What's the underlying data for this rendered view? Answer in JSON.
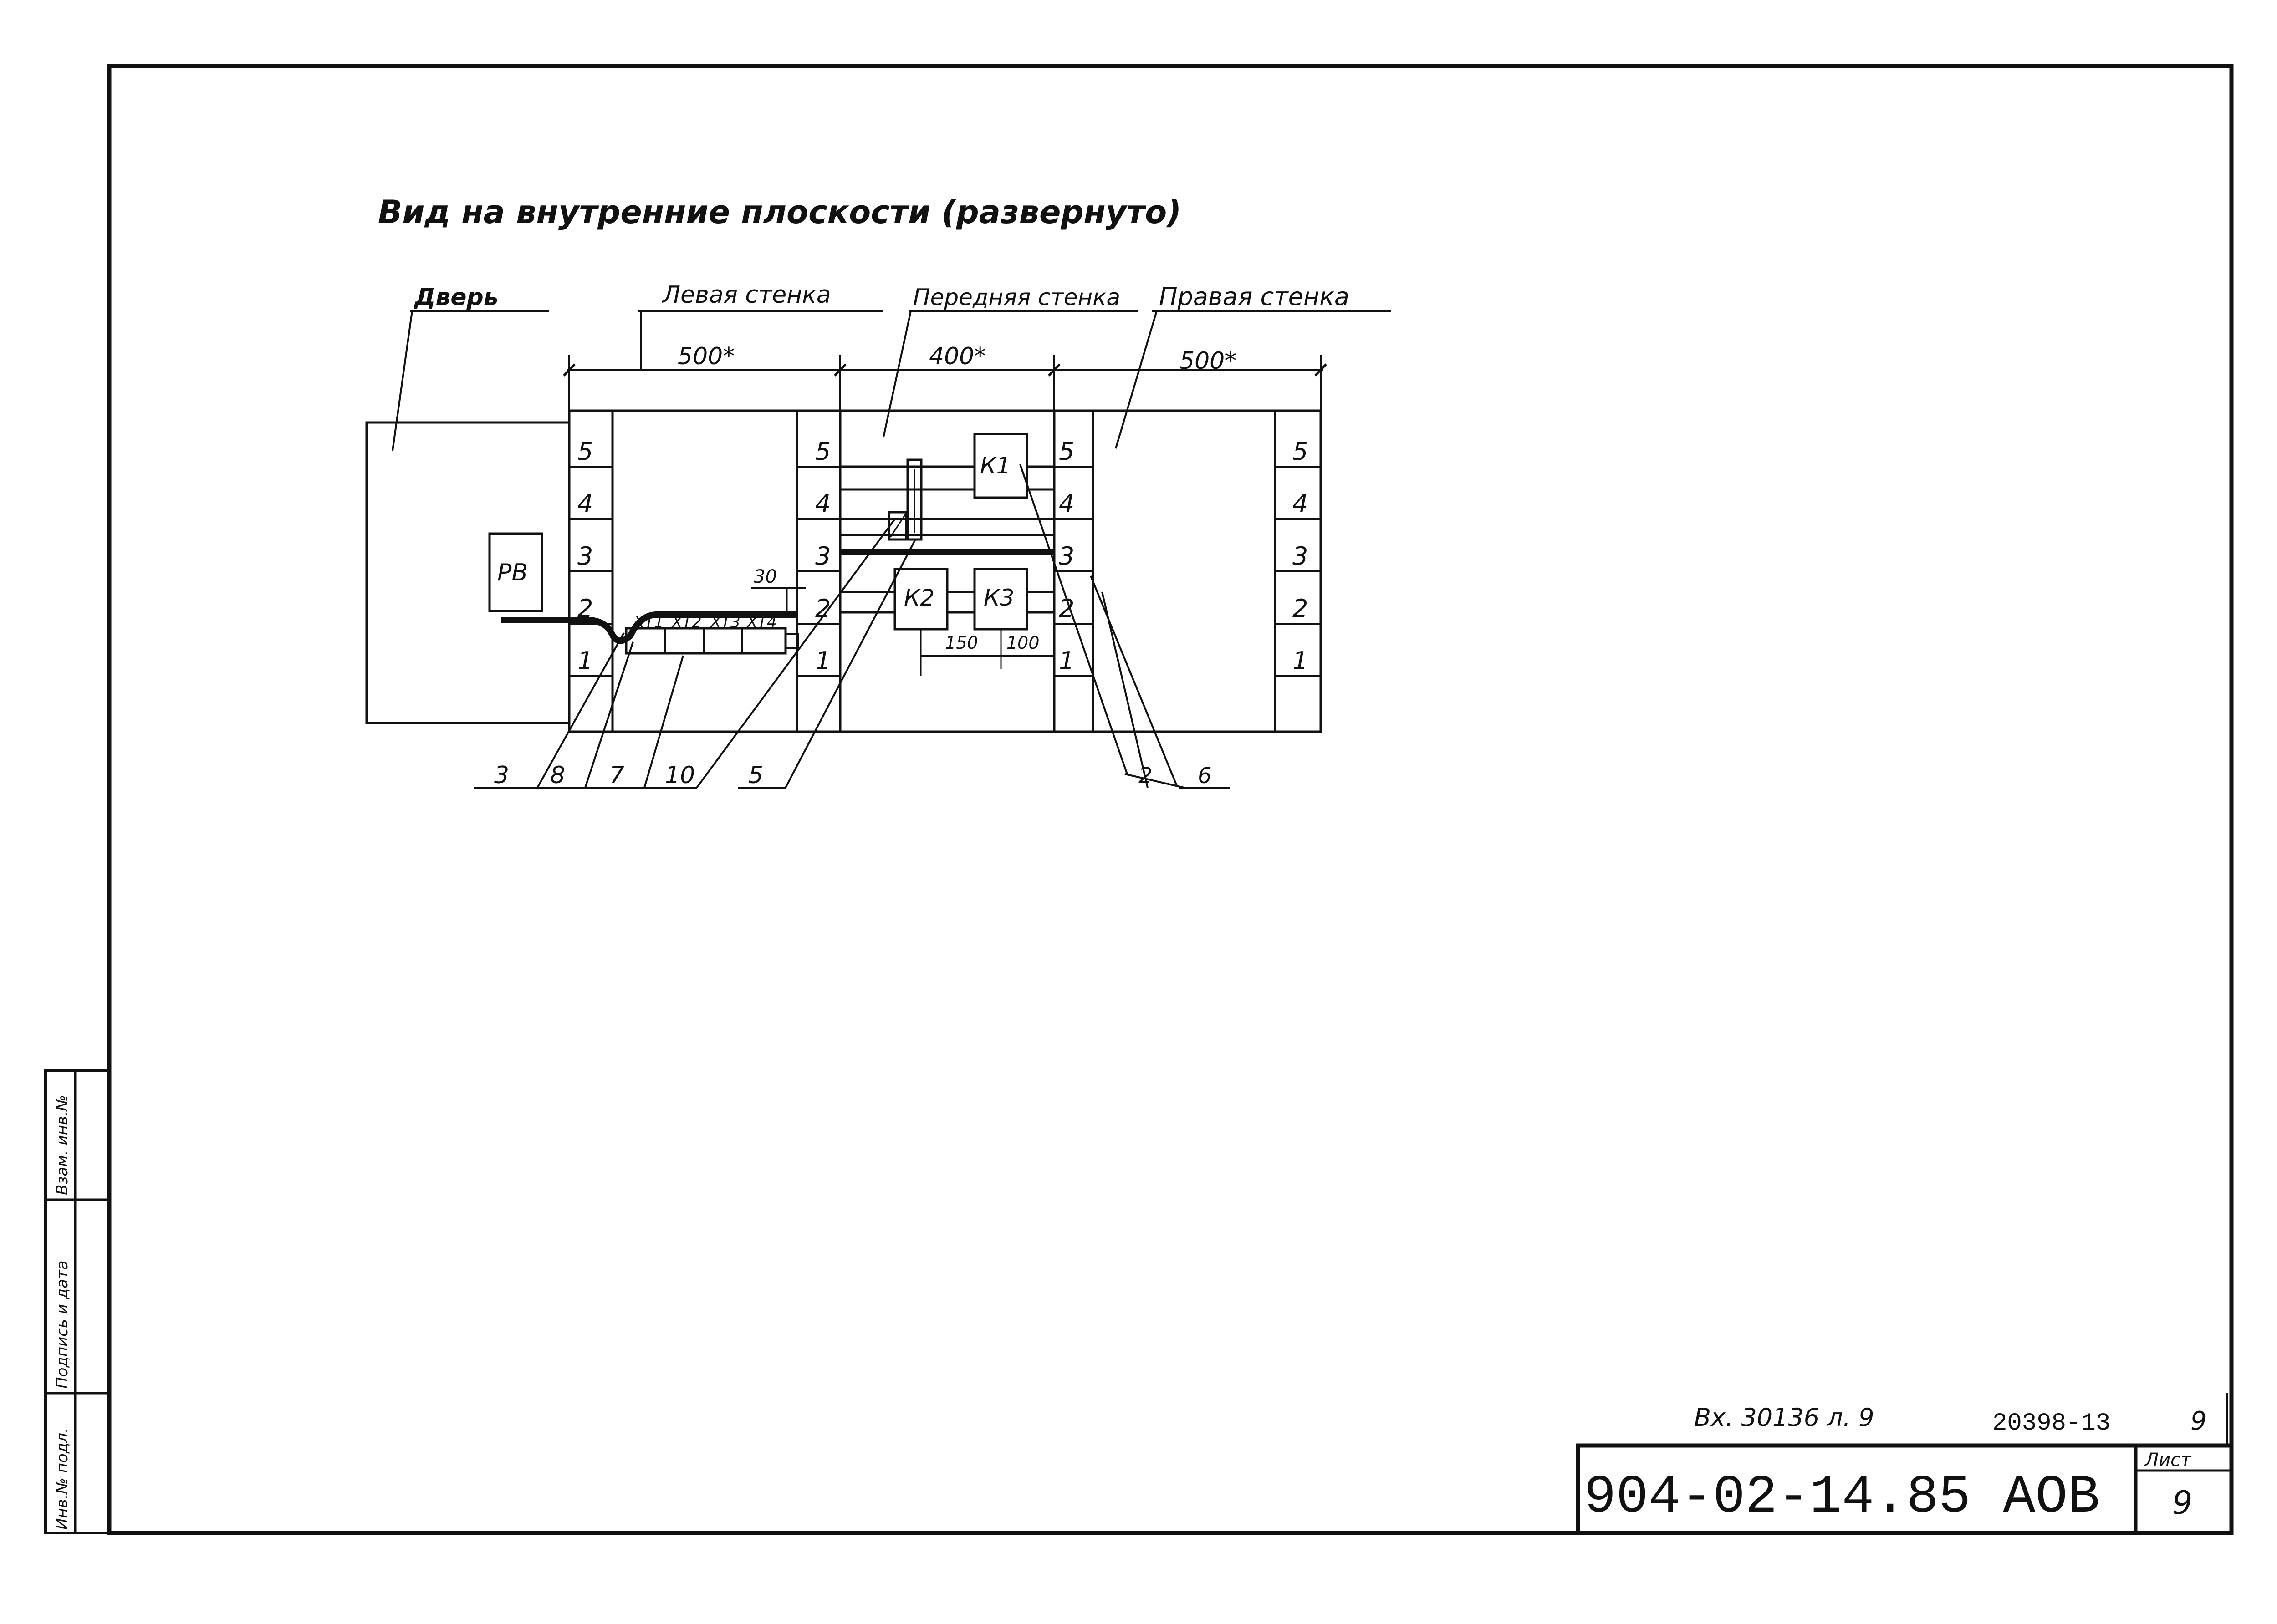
{
  "title": "Вид на внутренние плоскости (развернуто)",
  "panels": {
    "door": "Дверь",
    "left_wall": "Левая стенка",
    "front_wall": "Передняя стенка",
    "right_wall": "Правая стенка"
  },
  "dimensions": {
    "left_width": "500*",
    "front_width": "400*",
    "right_width": "500*",
    "offset_30": "30",
    "spacing_150": "150",
    "spacing_100": "100"
  },
  "rail_numbers": [
    "1",
    "2",
    "3",
    "4",
    "5"
  ],
  "devices": {
    "relay_block": "РВ",
    "k1": "К1",
    "k2": "К2",
    "k3": "К3",
    "terminal_1": "ХТ1",
    "terminal_2": "ХТ2",
    "terminal_3": "ХТ3",
    "terminal_4": "ХТ4"
  },
  "callouts": [
    "3",
    "8",
    "7",
    "10",
    "5",
    "2",
    "6"
  ],
  "side_stamp": {
    "inv_no": "Инв.№ подл.",
    "sign_date": "Подпись и дата",
    "replace_inv": "Взам. инв.№"
  },
  "title_block": {
    "archive_note": "Вх. 30136 л. 9",
    "archive_code": "20398-13",
    "archive_sheet": "9",
    "document_code": "904-02-14.85 АОВ",
    "sheet_label": "Лист",
    "sheet_number": "9"
  }
}
